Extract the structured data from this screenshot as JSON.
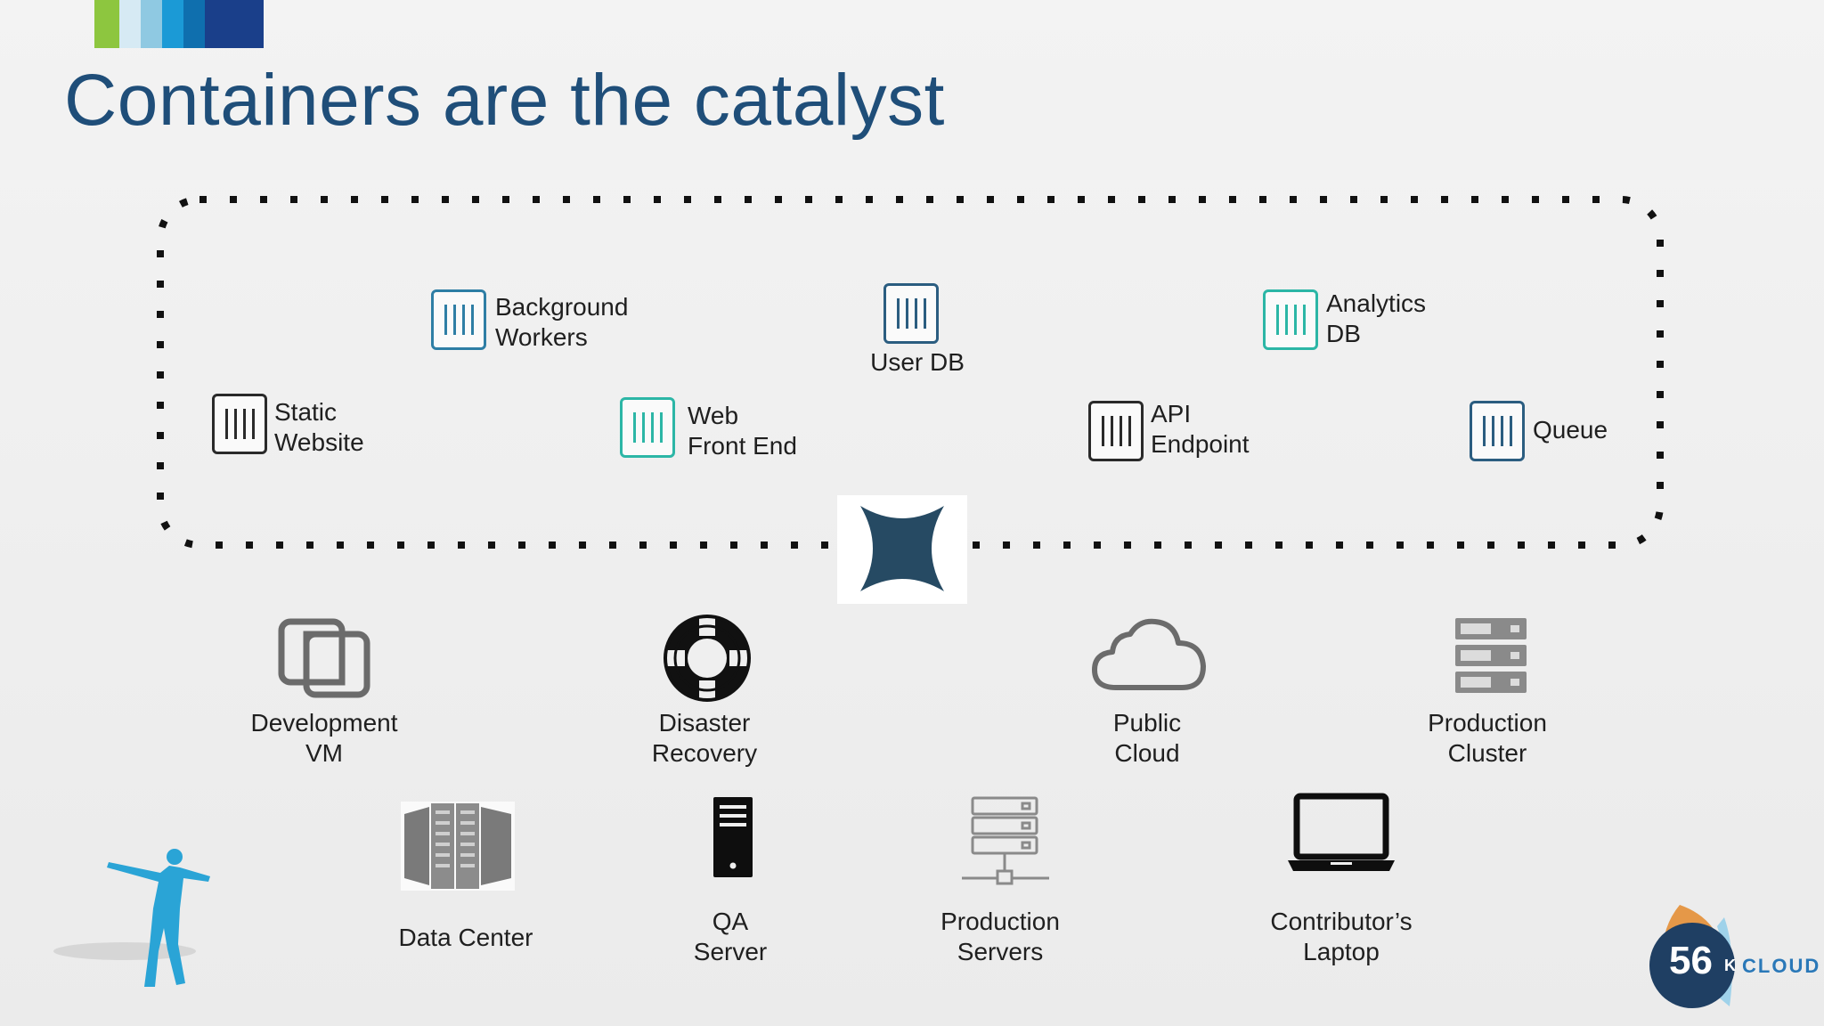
{
  "slide": {
    "title": "Containers are the catalyst"
  },
  "containers": [
    {
      "id": "static-website",
      "line1": "Static",
      "line2": "Website",
      "style": "dark"
    },
    {
      "id": "background-workers",
      "line1": "Background",
      "line2": "Workers",
      "style": "blue"
    },
    {
      "id": "web-front-end",
      "line1": "Web",
      "line2": "Front End",
      "style": "teal"
    },
    {
      "id": "user-db",
      "line1": "User DB",
      "line2": "",
      "style": "navy"
    },
    {
      "id": "api-endpoint",
      "line1": "API",
      "line2": "Endpoint",
      "style": "dark"
    },
    {
      "id": "analytics-db",
      "line1": "Analytics",
      "line2": "DB",
      "style": "teal"
    },
    {
      "id": "queue",
      "line1": "Queue",
      "line2": "",
      "style": "navy"
    }
  ],
  "targets": [
    {
      "id": "development-vm",
      "line1": "Development",
      "line2": "VM",
      "icon": "overlapping-windows-icon"
    },
    {
      "id": "disaster-recovery",
      "line1": "Disaster",
      "line2": "Recovery",
      "icon": "life-ring-icon"
    },
    {
      "id": "public-cloud",
      "line1": "Public",
      "line2": "Cloud",
      "icon": "cloud-icon"
    },
    {
      "id": "production-cluster",
      "line1": "Production",
      "line2": "Cluster",
      "icon": "server-rack-icon"
    },
    {
      "id": "data-center",
      "line1": "Data Center",
      "line2": "",
      "icon": "data-center-icon"
    },
    {
      "id": "qa-server",
      "line1": "QA",
      "line2": "Server",
      "icon": "tower-server-icon"
    },
    {
      "id": "production-servers",
      "line1": "Production",
      "line2": "Servers",
      "icon": "server-stack-icon"
    },
    {
      "id": "contributors-laptop",
      "line1": "Contributor’s",
      "line2": "Laptop",
      "icon": "laptop-icon"
    }
  ],
  "logo": {
    "number": "56",
    "suffix": "K",
    "word": "CLOUD"
  },
  "colors": {
    "title": "#1f4e79",
    "teal": "#2cb6a6",
    "blue": "#2e7ea5",
    "navy": "#2b5d80",
    "dark": "#2a2a2a",
    "star": "#264a63",
    "person": "#2aa4d6",
    "logo_bg": "#1f3f63",
    "logo_flame": "#e48a2c"
  },
  "strip_colors": [
    "#8dc63f",
    "#d6eaf4",
    "#8fc9e2",
    "#1b9ad6",
    "#0f6fae",
    "#1a3f8a"
  ]
}
